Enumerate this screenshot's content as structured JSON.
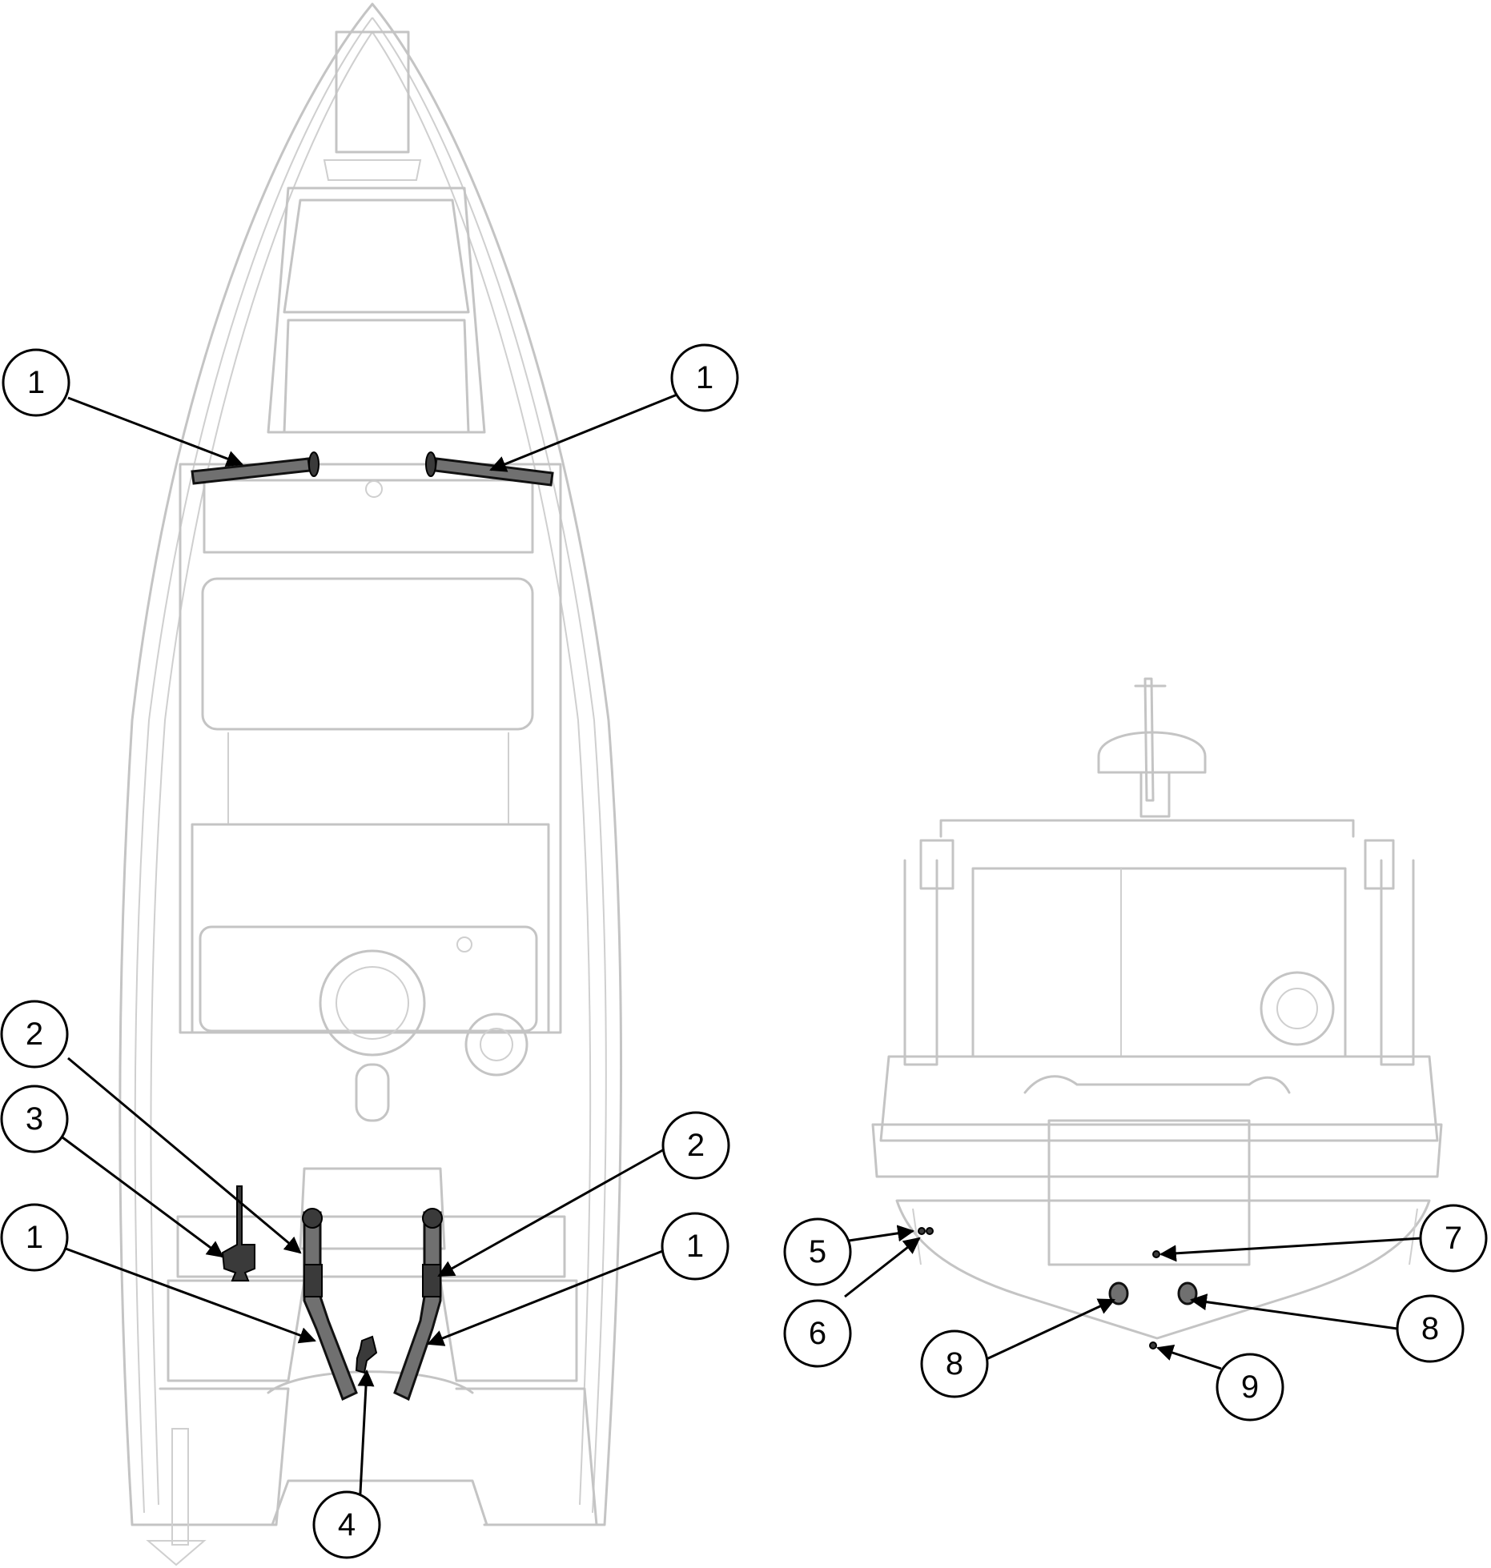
{
  "callouts": [
    {
      "id": "c1",
      "label": "1"
    },
    {
      "id": "c2",
      "label": "1"
    },
    {
      "id": "c3",
      "label": "2"
    },
    {
      "id": "c4",
      "label": "3"
    },
    {
      "id": "c5",
      "label": "1"
    },
    {
      "id": "c6",
      "label": "2"
    },
    {
      "id": "c7",
      "label": "1"
    },
    {
      "id": "c8",
      "label": "4"
    },
    {
      "id": "c9",
      "label": "5"
    },
    {
      "id": "c10",
      "label": "6"
    },
    {
      "id": "c11",
      "label": "7"
    },
    {
      "id": "c12",
      "label": "8"
    },
    {
      "id": "c13",
      "label": "8"
    },
    {
      "id": "c14",
      "label": "9"
    }
  ]
}
